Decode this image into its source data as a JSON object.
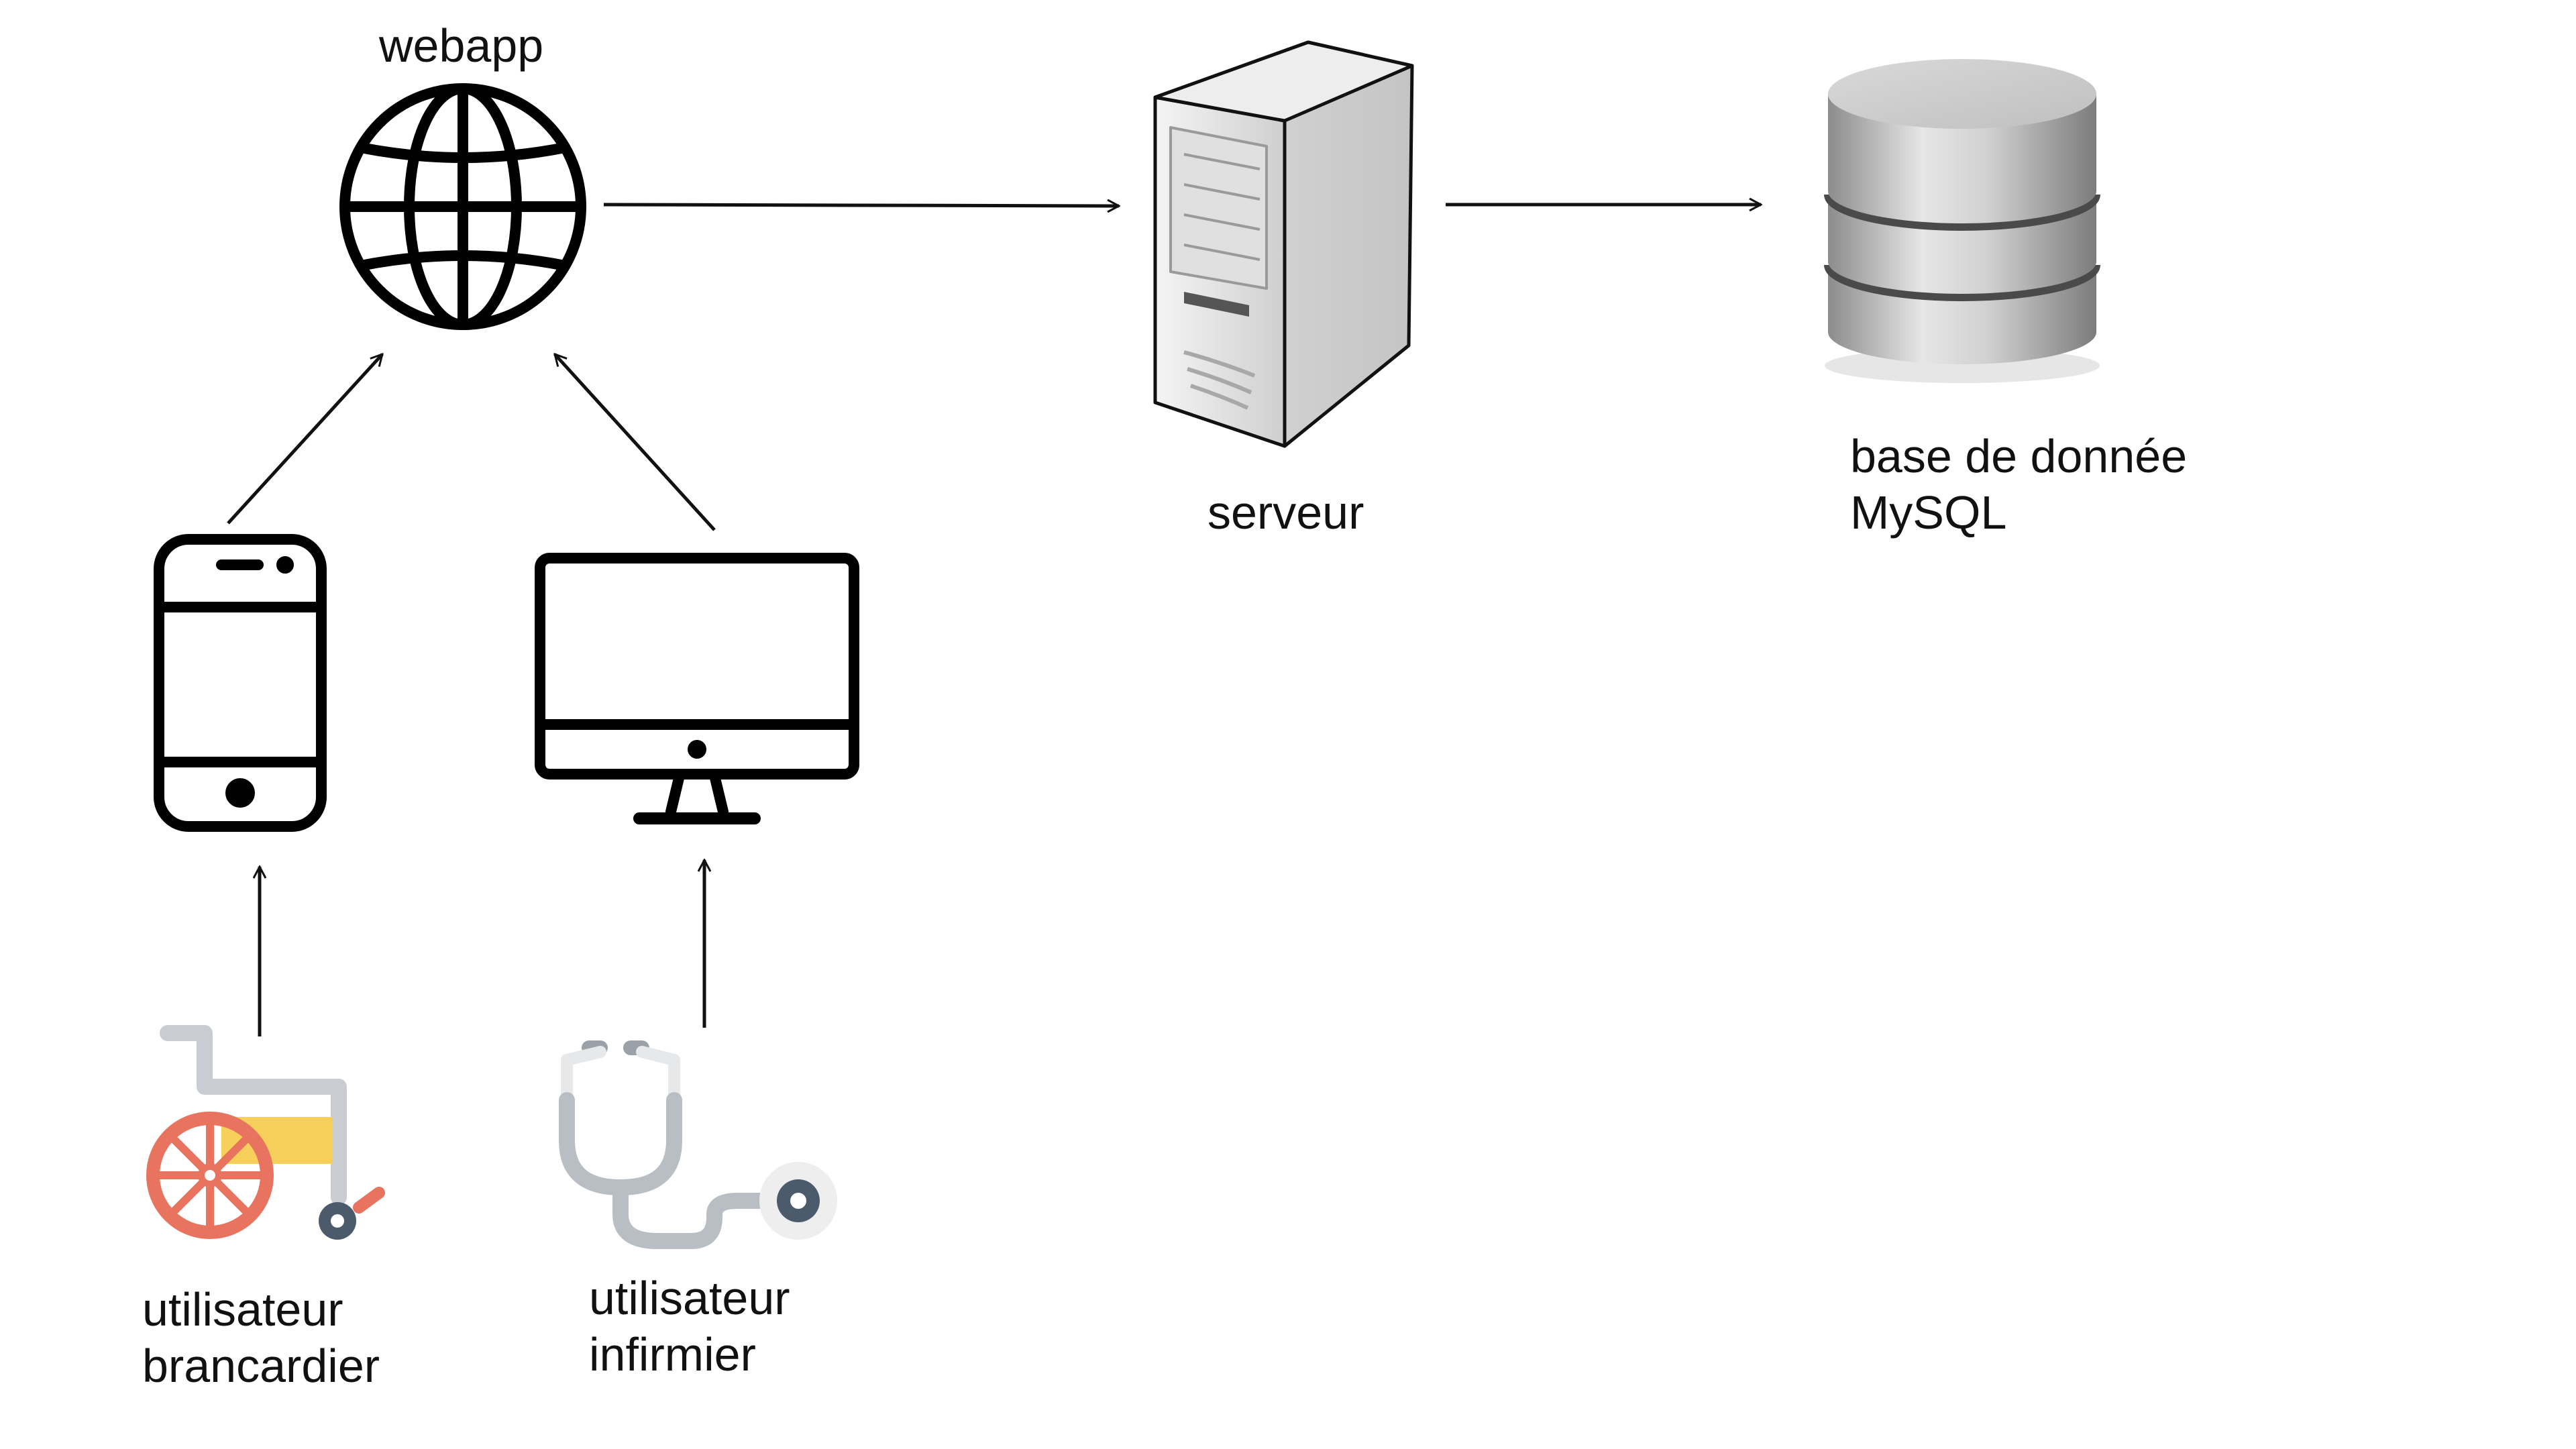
{
  "labels": {
    "webapp": "webapp",
    "serveur": "serveur",
    "database_line1": "base de donnée",
    "database_line2": "MySQL",
    "brancardier_line1": "utilisateur",
    "brancardier_line2": "brancardier",
    "infirmier_line1": "utilisateur",
    "infirmier_line2": "infirmier"
  },
  "icons": {
    "webapp": "globe-icon",
    "serveur": "server-tower-icon",
    "database": "database-cylinder-icon",
    "mobile": "smartphone-icon",
    "desktop": "desktop-monitor-icon",
    "brancardier": "wheelchair-icon",
    "infirmier": "stethoscope-icon"
  },
  "colors": {
    "line": "#111111",
    "wheel": "#e8735e",
    "seat": "#f7cf5b",
    "frame": "#c9cdd3",
    "stethoscope_tube": "#b9bec4",
    "chest_piece": "#4b5b6b",
    "server_body": "#d7d7d7",
    "database_body": "#b5b5b5"
  }
}
